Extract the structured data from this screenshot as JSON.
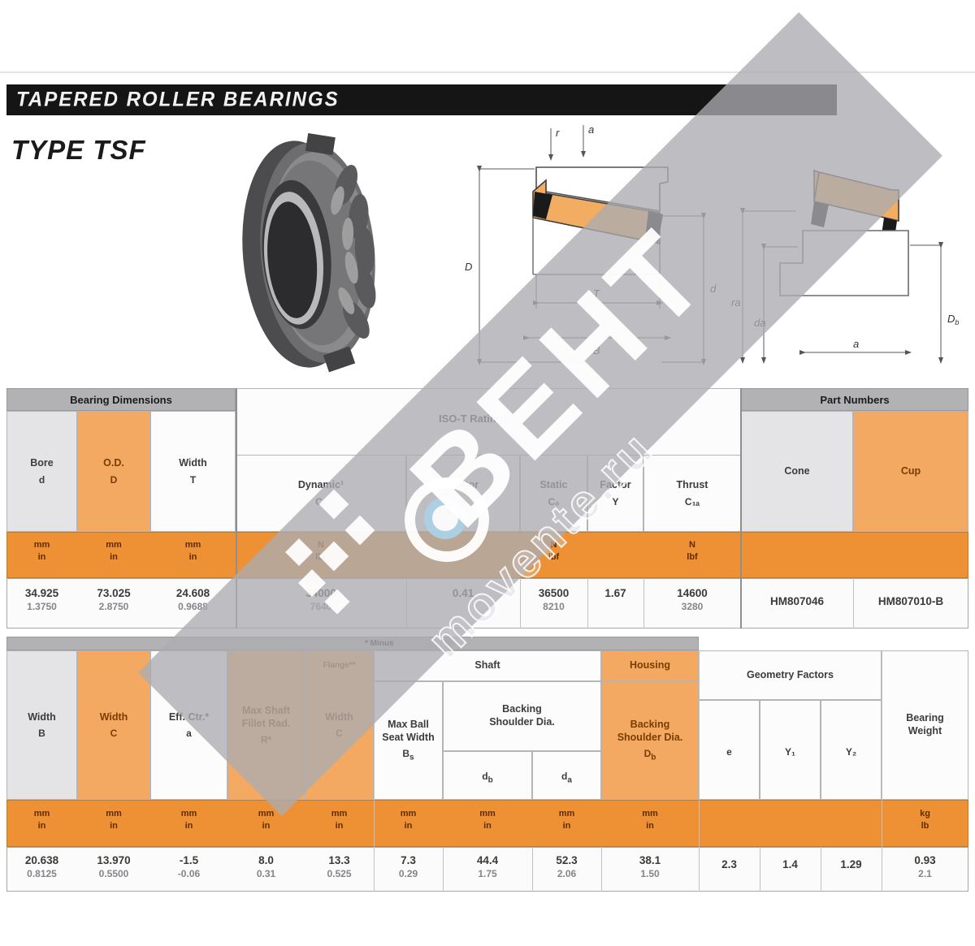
{
  "header": {
    "bar_title": "TAPERED ROLLER BEARINGS",
    "type_label": "TYPE TSF"
  },
  "watermark": {
    "brand": "ВЕНТ",
    "site": "movente.ru"
  },
  "diagram1": {
    "dim_labels": {
      "top1": "r",
      "top2": "a",
      "left": "D",
      "right": "d",
      "mid": "T",
      "bottom": "B"
    }
  },
  "diagram2": {
    "dim_labels": {
      "left1": "ra",
      "left2": "da",
      "right_letter": "D",
      "right_sub": "b",
      "bottom": "a"
    }
  },
  "table1": {
    "groups": {
      "dimensions": "Bearing Dimensions",
      "ratings": "ISO-T Ratings",
      "parts": "Part Numbers"
    },
    "cols": {
      "bore": {
        "h1": "Bore",
        "h2": "d",
        "unit_m": "mm",
        "unit_i": "in",
        "val_m": "34.925",
        "val_i": "1.3750"
      },
      "od": {
        "h1": "O.D.",
        "h2": "D",
        "unit_m": "mm",
        "unit_i": "in",
        "val_m": "73.025",
        "val_i": "2.8750"
      },
      "width": {
        "h1": "Width",
        "h2": "T",
        "unit_m": "mm",
        "unit_i": "in",
        "val_m": "24.608",
        "val_i": "0.9688"
      },
      "dynamic": {
        "h1": "Dynamic¹",
        "h2": "C₁",
        "unit_m": "N",
        "unit_i": "lbf",
        "val_m": "34000",
        "val_i": "7640"
      },
      "factor_e": {
        "h1": "Factor",
        "h2": "e",
        "val": "0.41"
      },
      "static": {
        "h1": "Static",
        "h2": "C₀",
        "unit_m": "N",
        "unit_i": "lbf",
        "val_m": "36500",
        "val_i": "8210"
      },
      "factor_y": {
        "h1": "Factor",
        "h2": "Y",
        "val": "1.67"
      },
      "thrust": {
        "h1": "Thrust",
        "h2": "C₁ₐ",
        "unit_m": "N",
        "unit_i": "lbf",
        "val_m": "14600",
        "val_i": "3280"
      },
      "cone": {
        "h": "Cone",
        "val": "HM807046"
      },
      "cup": {
        "h": "Cup",
        "val": "HM807010-B"
      }
    }
  },
  "table2": {
    "caption": "* Minus",
    "groups": {
      "shaft": "Shaft",
      "housing": "Housing",
      "geometry": "Geometry Factors"
    },
    "cols": {
      "width_b": {
        "h1": "Width",
        "h2": "B",
        "unit_m": "mm",
        "unit_i": "in",
        "val_m": "20.638",
        "val_i": "0.8125"
      },
      "width_c": {
        "h1": "Width",
        "h2": "C",
        "unit_m": "mm",
        "unit_i": "in",
        "val_m": "13.970",
        "val_i": "0.5500"
      },
      "eff_ctr": {
        "h1": "Eff. Ctr.*",
        "h2": "a",
        "unit_m": "mm",
        "unit_i": "in",
        "val_m": "-1.5",
        "val_i": "-0.06"
      },
      "fillet": {
        "h1": "Max Shaft",
        "h2": "Fillet Rad.",
        "h3": "R*",
        "unit_m": "mm",
        "unit_i": "in",
        "val_m": "8.0",
        "val_i": "0.31"
      },
      "flange": {
        "h0": "Flange**",
        "h1": "Width",
        "h2": "C",
        "unit_m": "mm",
        "unit_i": "in",
        "val_m": "13.3",
        "val_i": "0.525"
      },
      "seat": {
        "h1": "Max Ball",
        "h2": "Seat Width",
        "letter": "B",
        "sub": "s",
        "unit_m": "mm",
        "unit_i": "in",
        "val_m": "7.3",
        "val_i": "0.29"
      },
      "backing_label": {
        "h1": "Backing",
        "h2": "Shoulder Dia."
      },
      "shaft_db": {
        "letter": "d",
        "sub": "b",
        "unit_m": "mm",
        "unit_i": "in",
        "val_m": "44.4",
        "val_i": "1.75"
      },
      "shaft_da": {
        "letter": "d",
        "sub": "a",
        "unit_m": "mm",
        "unit_i": "in",
        "val_m": "52.3",
        "val_i": "2.06"
      },
      "housing_db": {
        "h1": "Backing",
        "h2": "Shoulder Dia.",
        "letter": "D",
        "sub": "b",
        "unit_m": "mm",
        "unit_i": "in",
        "val_m": "38.1",
        "val_i": "1.50"
      },
      "geo_e": {
        "h": "e",
        "val": "2.3"
      },
      "geo_y1": {
        "h": "Y₁",
        "val": "1.4"
      },
      "geo_y2": {
        "h": "Y₂",
        "val": "1.29"
      },
      "weight": {
        "h1": "Bearing",
        "h2": "Weight",
        "unit_m": "kg",
        "unit_i": "lb",
        "val_m": "0.93",
        "val_i": "2.1"
      }
    }
  }
}
